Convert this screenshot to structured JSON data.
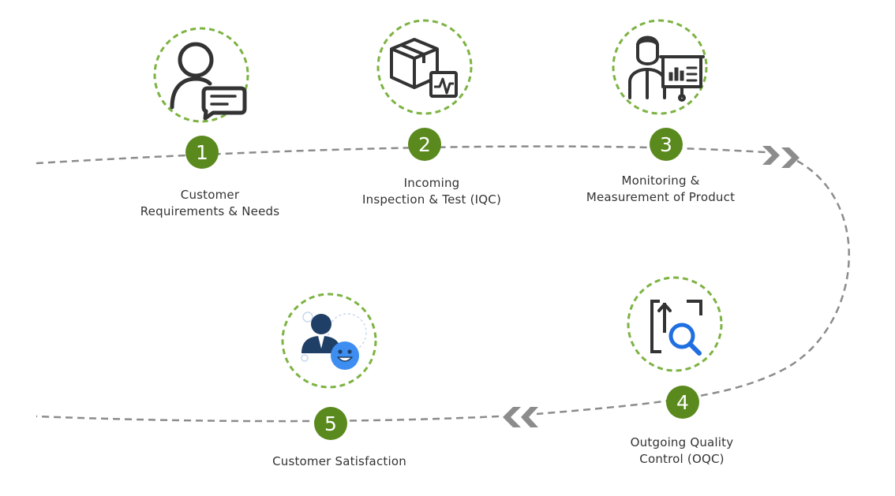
{
  "colors": {
    "accent_green": "#5a8a1e",
    "ring_green": "#7cb342",
    "path_gray": "#8c8c8c",
    "icon_dark": "#333333",
    "icon_blue": "#1f6fe0",
    "icon_navy": "#1f3f66",
    "face_blue": "#3d8ef0"
  },
  "steps": [
    {
      "number": "1",
      "icon": "customer-feedback-icon",
      "label_lines": [
        "Customer",
        "Requirements & Needs"
      ]
    },
    {
      "number": "2",
      "icon": "package-monitor-icon",
      "label_lines": [
        "Incoming",
        "Inspection & Test (IQC)"
      ]
    },
    {
      "number": "3",
      "icon": "presenter-chart-icon",
      "label_lines": [
        "Monitoring &",
        "Measurement of Product"
      ]
    },
    {
      "number": "4",
      "icon": "magnify-inspect-icon",
      "label_lines": [
        "Outgoing Quality",
        "Control (OQC)"
      ]
    },
    {
      "number": "5",
      "icon": "satisfied-customer-icon",
      "label_lines": [
        "Customer Satisfaction"
      ]
    }
  ]
}
